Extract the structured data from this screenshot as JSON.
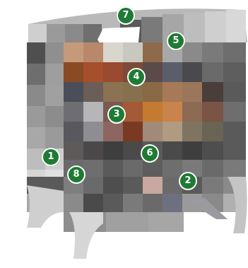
{
  "image": {
    "alt": "",
    "colors": {
      "body_light": "#c8c8c8",
      "body_mid": "#8a8a8a",
      "body_dark": "#4a4a4a",
      "fire_orange": "#b8642e",
      "fire_red": "#8a3a22",
      "fire_amber": "#c8823c",
      "legs": "#d8d8d8"
    }
  },
  "hotspots": [
    {
      "id": "7",
      "label": "7",
      "color": "#1f7a34"
    },
    {
      "id": "5",
      "label": "5",
      "color": "#1f7a34"
    },
    {
      "id": "4",
      "label": "4",
      "color": "#1f7a34"
    },
    {
      "id": "3",
      "label": "3",
      "color": "#1f7a34"
    },
    {
      "id": "1",
      "label": "1",
      "color": "#1f7a34"
    },
    {
      "id": "6",
      "label": "6",
      "color": "#1f7a34"
    },
    {
      "id": "8",
      "label": "8",
      "color": "#1f7a34"
    },
    {
      "id": "2",
      "label": "2",
      "color": "#1f7a34"
    }
  ]
}
